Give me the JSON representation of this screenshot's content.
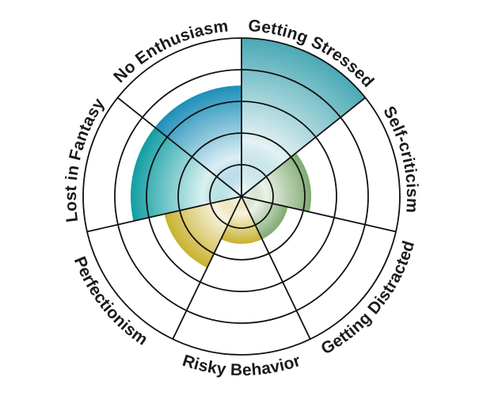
{
  "chart_data": {
    "type": "polar-area",
    "title": "",
    "categories": [
      "Getting Stressed",
      "Self-criticism",
      "Getting Distracted",
      "Risky Behavior",
      "Perfectionism",
      "Lost in Fantasy",
      "No Enthusiasm"
    ],
    "values": [
      5,
      2.2,
      1.5,
      1.5,
      2.5,
      3.5,
      3.5
    ],
    "r_max": 5,
    "ring_levels": [
      1,
      2,
      3,
      4,
      5
    ],
    "grid": true,
    "legend": "none",
    "colors": [
      "#4aa9b5",
      "#7faa72",
      "#7faa72",
      "#c9b22e",
      "#c9b22e",
      "#109ea3",
      "#1c8fb9"
    ]
  }
}
